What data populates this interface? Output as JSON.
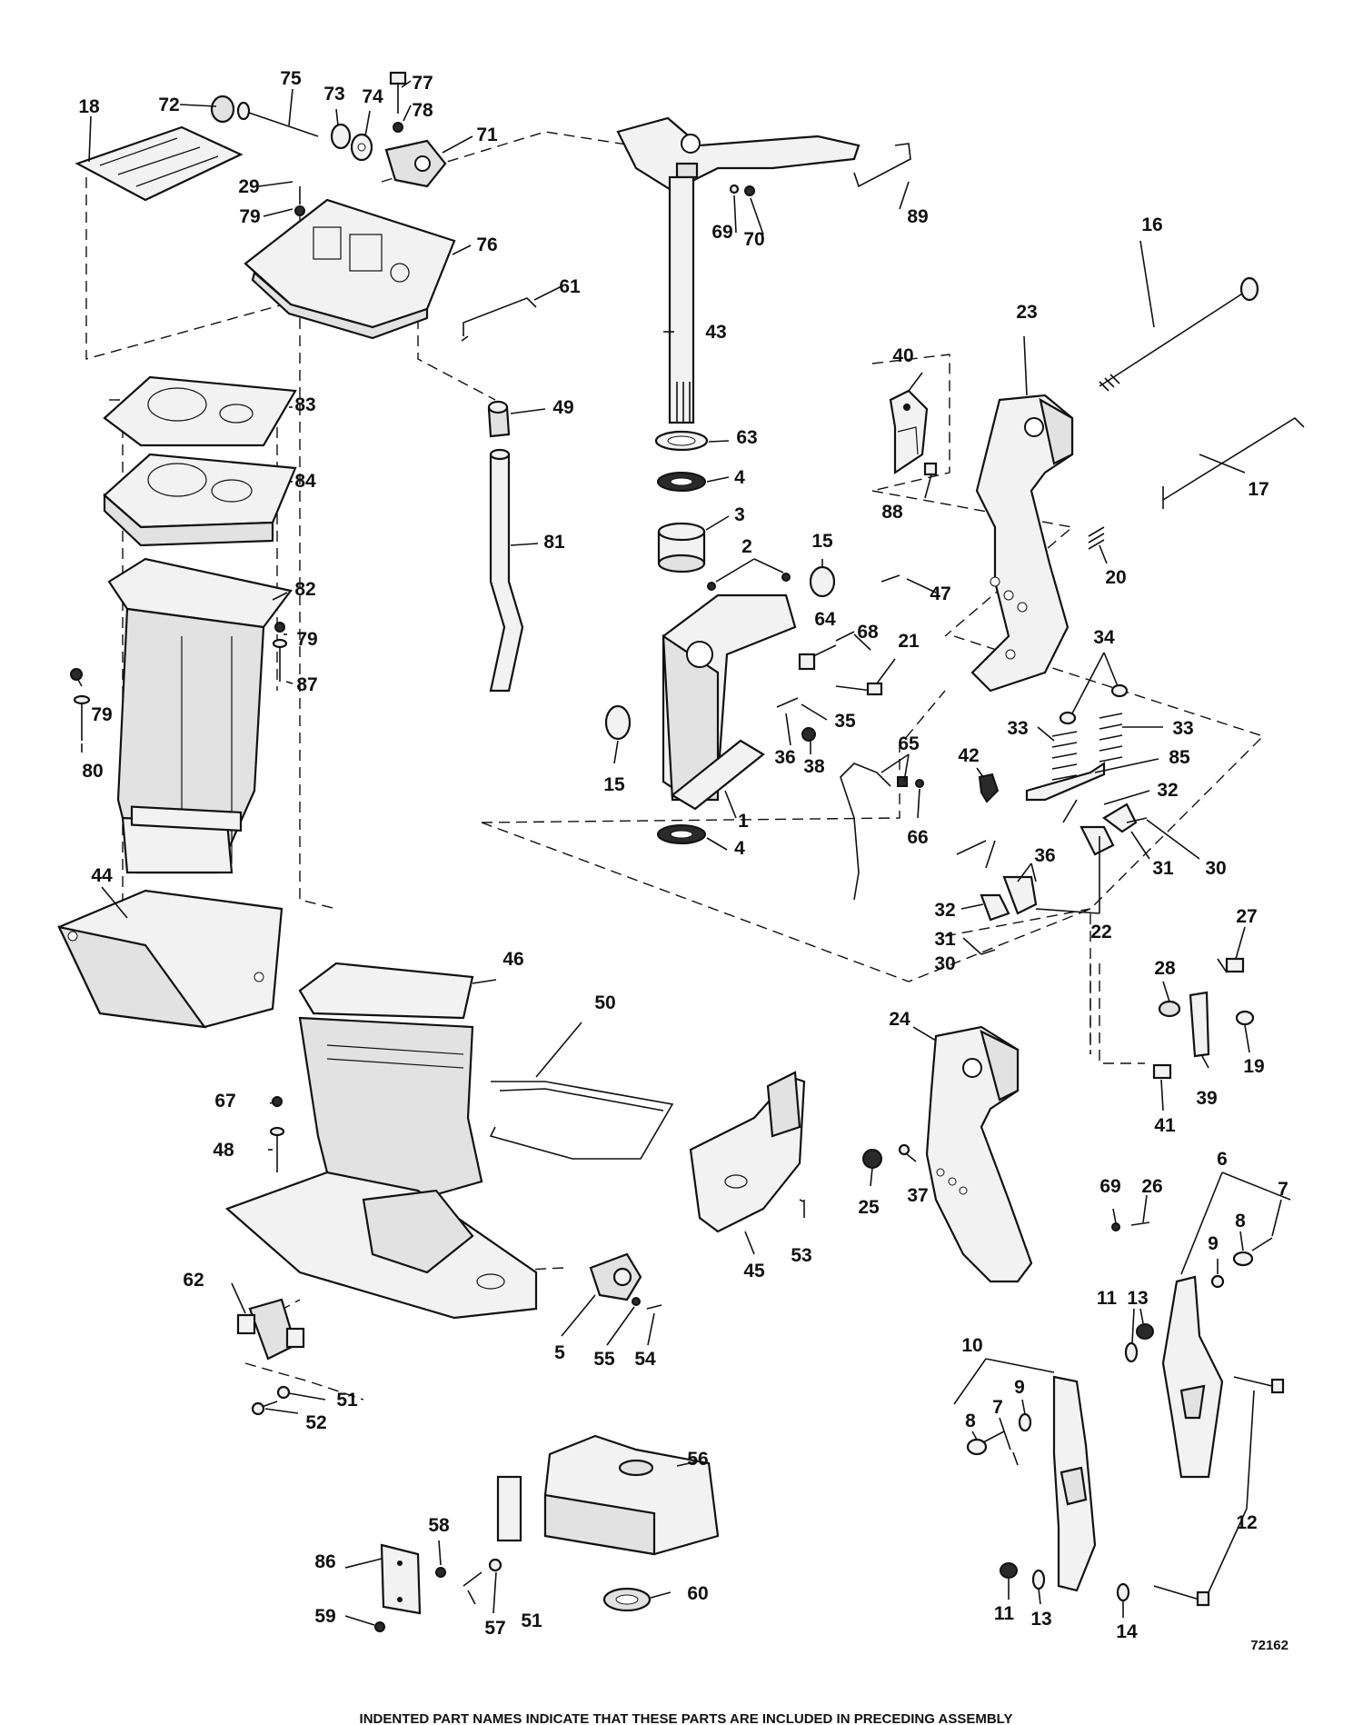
{
  "diagram": {
    "figure_code": "72162",
    "footer_note": "INDENTED PART NAMES INDICATE THAT THESE PARTS ARE INCLUDED IN PRECEDING ASSEMBLY",
    "callouts": [
      {
        "id": "c1",
        "text": "1"
      },
      {
        "id": "c2",
        "text": "2"
      },
      {
        "id": "c3",
        "text": "3"
      },
      {
        "id": "c4a",
        "text": "4"
      },
      {
        "id": "c4b",
        "text": "4"
      },
      {
        "id": "c5",
        "text": "5"
      },
      {
        "id": "c6",
        "text": "6"
      },
      {
        "id": "c7a",
        "text": "7"
      },
      {
        "id": "c7b",
        "text": "7"
      },
      {
        "id": "c8a",
        "text": "8"
      },
      {
        "id": "c8b",
        "text": "8"
      },
      {
        "id": "c9a",
        "text": "9"
      },
      {
        "id": "c9b",
        "text": "9"
      },
      {
        "id": "c10",
        "text": "10"
      },
      {
        "id": "c11a",
        "text": "11"
      },
      {
        "id": "c11b",
        "text": "11"
      },
      {
        "id": "c12",
        "text": "12"
      },
      {
        "id": "c13a",
        "text": "13"
      },
      {
        "id": "c13b",
        "text": "13"
      },
      {
        "id": "c14",
        "text": "14"
      },
      {
        "id": "c15a",
        "text": "15"
      },
      {
        "id": "c15b",
        "text": "15"
      },
      {
        "id": "c16",
        "text": "16"
      },
      {
        "id": "c17",
        "text": "17"
      },
      {
        "id": "c18",
        "text": "18"
      },
      {
        "id": "c19",
        "text": "19"
      },
      {
        "id": "c20",
        "text": "20"
      },
      {
        "id": "c21",
        "text": "21"
      },
      {
        "id": "c22",
        "text": "22"
      },
      {
        "id": "c23",
        "text": "23"
      },
      {
        "id": "c24",
        "text": "24"
      },
      {
        "id": "c25",
        "text": "25"
      },
      {
        "id": "c26",
        "text": "26"
      },
      {
        "id": "c27",
        "text": "27"
      },
      {
        "id": "c28",
        "text": "28"
      },
      {
        "id": "c29",
        "text": "29"
      },
      {
        "id": "c30a",
        "text": "30"
      },
      {
        "id": "c30b",
        "text": "30"
      },
      {
        "id": "c31a",
        "text": "31"
      },
      {
        "id": "c31b",
        "text": "31"
      },
      {
        "id": "c32a",
        "text": "32"
      },
      {
        "id": "c32b",
        "text": "32"
      },
      {
        "id": "c33a",
        "text": "33"
      },
      {
        "id": "c33b",
        "text": "33"
      },
      {
        "id": "c34",
        "text": "34"
      },
      {
        "id": "c35",
        "text": "35"
      },
      {
        "id": "c36a",
        "text": "36"
      },
      {
        "id": "c36b",
        "text": "36"
      },
      {
        "id": "c37",
        "text": "37"
      },
      {
        "id": "c38",
        "text": "38"
      },
      {
        "id": "c39",
        "text": "39"
      },
      {
        "id": "c40",
        "text": "40"
      },
      {
        "id": "c41",
        "text": "41"
      },
      {
        "id": "c42",
        "text": "42"
      },
      {
        "id": "c43",
        "text": "43"
      },
      {
        "id": "c44",
        "text": "44"
      },
      {
        "id": "c45",
        "text": "45"
      },
      {
        "id": "c46",
        "text": "46"
      },
      {
        "id": "c47",
        "text": "47"
      },
      {
        "id": "c48",
        "text": "48"
      },
      {
        "id": "c49",
        "text": "49"
      },
      {
        "id": "c50",
        "text": "50"
      },
      {
        "id": "c51a",
        "text": "51"
      },
      {
        "id": "c51b",
        "text": "51"
      },
      {
        "id": "c52",
        "text": "52"
      },
      {
        "id": "c53",
        "text": "53"
      },
      {
        "id": "c54",
        "text": "54"
      },
      {
        "id": "c55",
        "text": "55"
      },
      {
        "id": "c56",
        "text": "56"
      },
      {
        "id": "c57",
        "text": "57"
      },
      {
        "id": "c58",
        "text": "58"
      },
      {
        "id": "c59",
        "text": "59"
      },
      {
        "id": "c60",
        "text": "60"
      },
      {
        "id": "c61",
        "text": "61"
      },
      {
        "id": "c62",
        "text": "62"
      },
      {
        "id": "c63",
        "text": "63"
      },
      {
        "id": "c64",
        "text": "64"
      },
      {
        "id": "c65",
        "text": "65"
      },
      {
        "id": "c66",
        "text": "66"
      },
      {
        "id": "c67",
        "text": "67"
      },
      {
        "id": "c68",
        "text": "68"
      },
      {
        "id": "c69a",
        "text": "69"
      },
      {
        "id": "c69b",
        "text": "69"
      },
      {
        "id": "c70",
        "text": "70"
      },
      {
        "id": "c71",
        "text": "71"
      },
      {
        "id": "c72",
        "text": "72"
      },
      {
        "id": "c73",
        "text": "73"
      },
      {
        "id": "c74",
        "text": "74"
      },
      {
        "id": "c75",
        "text": "75"
      },
      {
        "id": "c76",
        "text": "76"
      },
      {
        "id": "c77",
        "text": "77"
      },
      {
        "id": "c78",
        "text": "78"
      },
      {
        "id": "c79a",
        "text": "79"
      },
      {
        "id": "c79b",
        "text": "79"
      },
      {
        "id": "c79c",
        "text": "79"
      },
      {
        "id": "c80",
        "text": "80"
      },
      {
        "id": "c81",
        "text": "81"
      },
      {
        "id": "c82",
        "text": "82"
      },
      {
        "id": "c83",
        "text": "83"
      },
      {
        "id": "c84",
        "text": "84"
      },
      {
        "id": "c85",
        "text": "85"
      },
      {
        "id": "c86",
        "text": "86"
      },
      {
        "id": "c87",
        "text": "87"
      },
      {
        "id": "c88",
        "text": "88"
      },
      {
        "id": "c89",
        "text": "89"
      }
    ]
  }
}
